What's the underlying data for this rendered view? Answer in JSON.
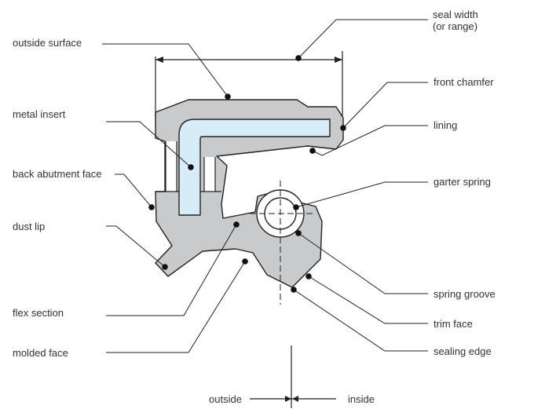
{
  "labels": {
    "outside_surface": "outside surface",
    "metal_insert": "metal insert",
    "back_abutment_face": "back abutment face",
    "dust_lip": "dust lip",
    "flex_section": "flex section",
    "molded_face": "molded face",
    "seal_width_1": "seal width",
    "seal_width_2": "(or range)",
    "front_chamfer": "front chamfer",
    "lining": "lining",
    "garter_spring": "garter spring",
    "spring_groove": "spring groove",
    "trim_face": "trim face",
    "sealing_edge": "sealing edge",
    "outside": "outside",
    "inside": "inside"
  },
  "colors": {
    "seal_fill": "#c8cacc",
    "insert_fill": "#d6ecf6",
    "stroke": "#222222",
    "text": "#333333"
  }
}
